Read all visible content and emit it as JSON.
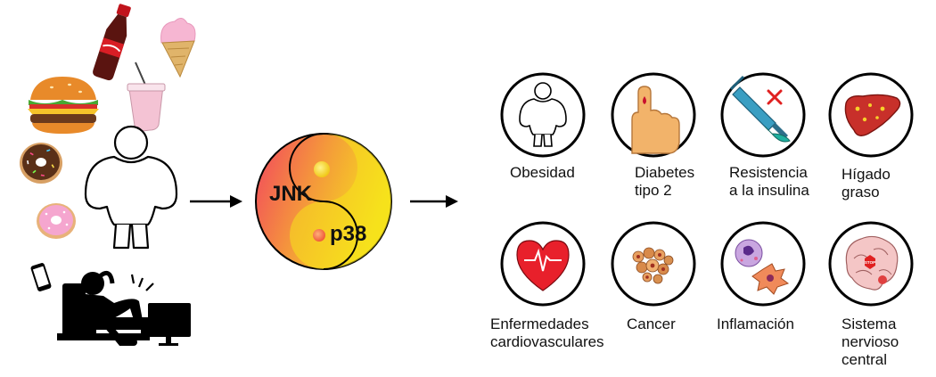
{
  "center": {
    "jnk": "JNK",
    "p38": "p38"
  },
  "conditions": [
    {
      "lines": [
        "Obesidad"
      ],
      "icon": "obese-person-icon"
    },
    {
      "lines": [
        "Diabetes",
        "tipo 2"
      ],
      "icon": "finger-blood-drop-icon"
    },
    {
      "lines": [
        "Resistencia",
        "a la insulina"
      ],
      "icon": "syringe-cross-icon"
    },
    {
      "lines": [
        "Hígado",
        "graso"
      ],
      "icon": "liver-icon"
    },
    {
      "lines": [
        "Enfermedades",
        "cardiovasculares"
      ],
      "icon": "heart-ecg-icon"
    },
    {
      "lines": [
        "Cancer"
      ],
      "icon": "tumor-cells-icon"
    },
    {
      "lines": [
        "Inflamación"
      ],
      "icon": "immune-cells-icon"
    },
    {
      "lines": [
        "Sistema",
        "nervioso",
        "central"
      ],
      "icon": "brain-stop-icon"
    }
  ],
  "icons": [
    "cola-bottle-icon",
    "ice-cream-icon",
    "burger-icon",
    "soda-cup-icon",
    "donut-chocolate-icon",
    "donut-pink-icon",
    "obese-person-icon",
    "sedentary-person-icon",
    "phone-icon",
    "tv-icon",
    "arrow-right-icon"
  ],
  "colors": {
    "yin_red": "#f2455f",
    "yin_yellow": "#f6e21c",
    "heart": "#e8202b",
    "liver": "#c8302a",
    "skin": "#f2b36a"
  }
}
